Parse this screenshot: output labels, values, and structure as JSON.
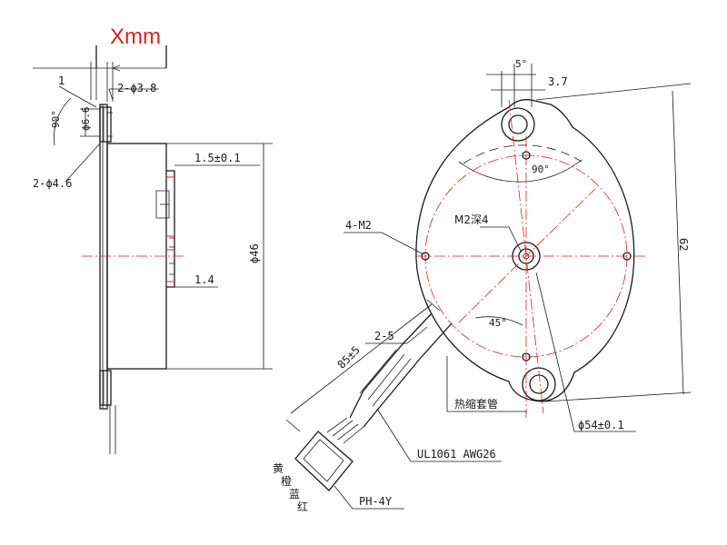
{
  "header": {
    "title": "Xmm",
    "title_color": "#e02020"
  },
  "side_view": {
    "labels": {
      "d1": "1",
      "d2": "2-ϕ3.8",
      "angle": "90°",
      "dia_small": "ϕ6.6",
      "holes": "2-ϕ4.6",
      "flange": "1.5±0.1",
      "dia_body": "ϕ46",
      "step": "1.4"
    }
  },
  "front_view": {
    "labels": {
      "angle_top": "5°",
      "offset": "3.7",
      "angle_90": "90°",
      "tapped": "M2深4",
      "screws": "4-M2",
      "angle_45": "45°",
      "height": "62",
      "pcd": "ϕ54±0.1",
      "cable_len": "85±5",
      "strip": "2-5",
      "sleeve": "热缩套管",
      "wire": "UL1061 AWG26",
      "connector": "PH-4Y",
      "wire_colors": [
        "黄",
        "橙",
        "蓝",
        "红"
      ]
    }
  },
  "colors": {
    "ink": "#1a1a1a",
    "centerline": "#e02020"
  }
}
